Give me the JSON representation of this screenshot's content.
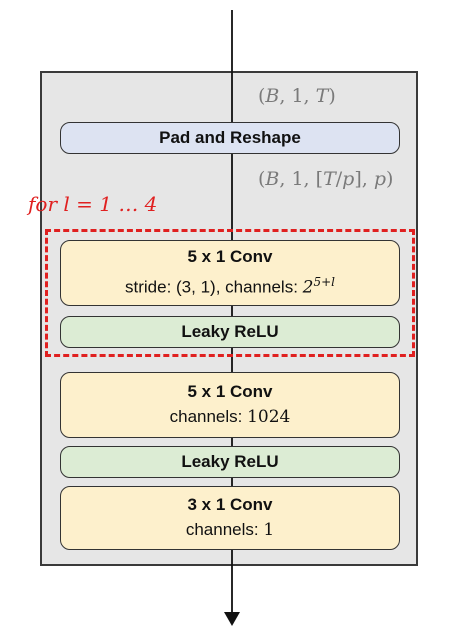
{
  "input_shape": {
    "prefix": "(",
    "B": "B",
    "c": "1",
    "T": "T",
    "suffix": ")"
  },
  "reshaped_shape": {
    "B": "B",
    "c": "1",
    "T": "T",
    "p": "p",
    "text": "(B, 1, [T/p], p)"
  },
  "loop": {
    "label": "for  l = 1 … 4"
  },
  "blocks": {
    "pad_reshape": {
      "title": "Pad and Reshape"
    },
    "conv_loop": {
      "title": "5 x 1  Conv",
      "detail_prefix": "stride: (3, 1), channels: ",
      "detail_base": "2",
      "detail_exp": "5+l"
    },
    "relu_loop": {
      "title": "Leaky ReLU"
    },
    "conv_mid": {
      "title": "5 x 1  Conv",
      "detail_prefix": "channels: ",
      "detail_value": "1024"
    },
    "relu_mid": {
      "title": "Leaky ReLU"
    },
    "conv_out": {
      "title": "3 x 1  Conv",
      "detail_prefix": "channels: ",
      "detail_value": "1"
    }
  },
  "colors": {
    "pad_block": "#dde3f2",
    "relu_block": "#dcecd4",
    "conv_block": "#fdf0cc",
    "loop_border": "#e02020",
    "container": "#e6e6e6"
  }
}
